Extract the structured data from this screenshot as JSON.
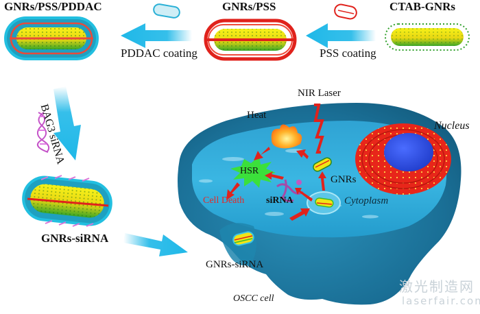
{
  "figure": {
    "title": "GNR/siRNA nanocomplex synthesis and photothermal therapy in OSCC cell",
    "colors": {
      "arrow_blue": "#1fb8e8",
      "cell_blue": "#1a7fa8",
      "cytoplasm_blue": "#35aedc",
      "red_arrow": "#e0221c",
      "hsr_green": "#3be03b",
      "cell_death_red": "#e32a2a",
      "nucleus_blue": "#2f4fe0",
      "er_red": "#e8261a",
      "gnr_yellow": "#f2e416",
      "gnr_green": "#3dbb2a"
    }
  },
  "synthesis": {
    "ctab_gnrs": "CTAB-GNRs",
    "gnrs_pss": "GNRs/PSS",
    "gnrs_pss_pddac": "GNRs/PSS/PDDAC",
    "pss_coating": "PSS coating",
    "pddac_coating": "PDDAC coating",
    "bag3_sirna": "BAG3 siRNA",
    "gnrs_sirna": "GNRs-siRNA"
  },
  "cell": {
    "nir_laser": "NIR Laser",
    "heat": "Heat",
    "nucleus": "Nucleus",
    "hsr": "HSR",
    "gnrs": "GNRs",
    "sirna": "siRNA",
    "cytoplasm": "Cytoplasm",
    "cell_death": "Cell Death",
    "gnrs_sirna_entry": "GNRs-siRNA",
    "oscc_cell": "OSCC cell"
  },
  "watermark": {
    "cn": "激光制造网",
    "en": "laserfair.com"
  }
}
